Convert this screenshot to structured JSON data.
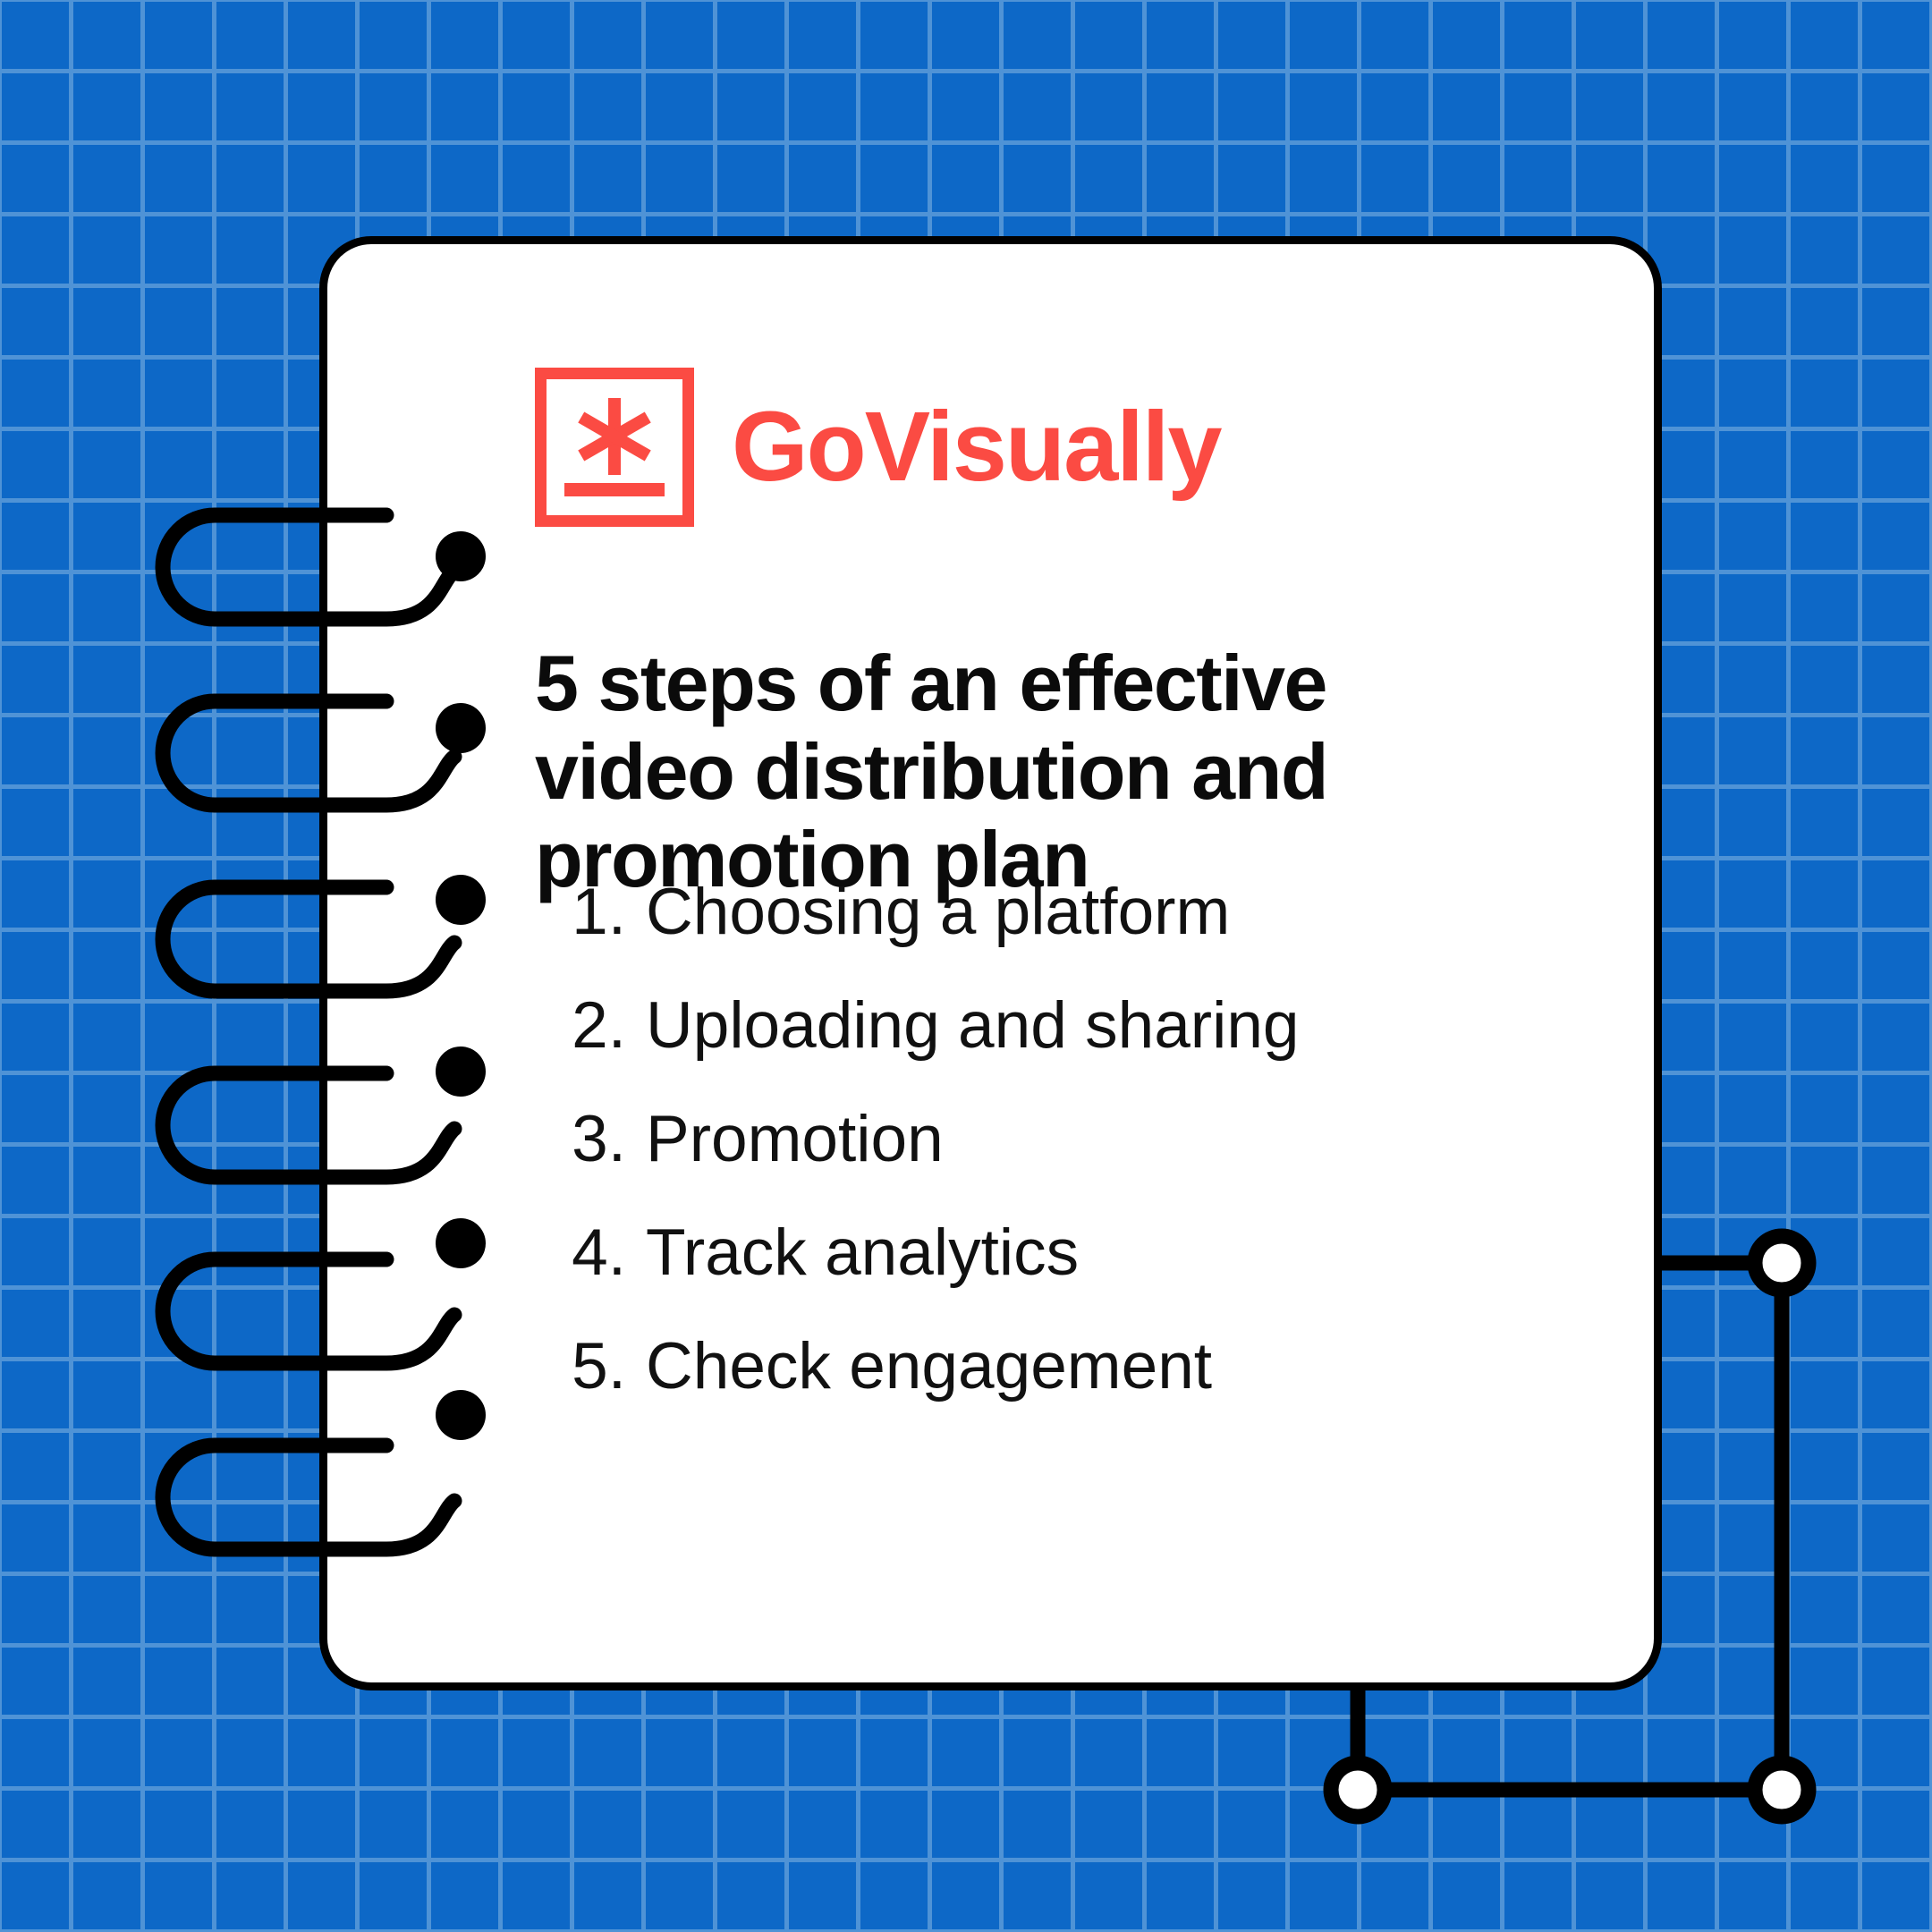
{
  "theme": {
    "background_blue": "#0d68c7",
    "grid_line_blue": "#4f93d6",
    "brand_coral": "#fb4b43",
    "ink_black": "#000000",
    "card_white": "#ffffff"
  },
  "brand": {
    "name": "GoVisually",
    "mark_icon": "asterisk-in-box-icon"
  },
  "card": {
    "heading": "5 steps of an effective video distribution and promotion plan",
    "steps": [
      {
        "number": "1.",
        "label": "Choosing a platform"
      },
      {
        "number": "2.",
        "label": "Uploading and sharing"
      },
      {
        "number": "3.",
        "label": "Promotion"
      },
      {
        "number": "4.",
        "label": "Track analytics"
      },
      {
        "number": "5.",
        "label": "Check engagement"
      }
    ]
  },
  "decor": {
    "spiral_ring_count": 6,
    "circuit_node_count": 3
  }
}
